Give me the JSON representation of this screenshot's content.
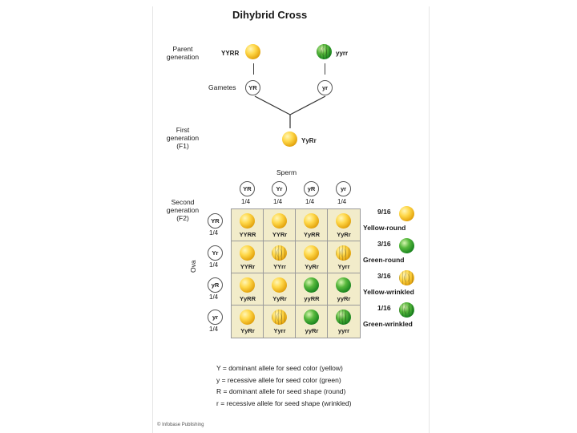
{
  "title": "Dihybrid Cross",
  "labels": {
    "parent": "Parent\ngeneration",
    "gametes": "Gametes",
    "f1": "First\ngeneration\n(F1)",
    "f2": "Second\ngeneration\n(F2)",
    "sperm": "Sperm",
    "ova": "Ova"
  },
  "parents": {
    "left_genotype": "YYRR",
    "right_genotype": "yyrr",
    "left_gamete": "YR",
    "right_gamete": "yr"
  },
  "f1": {
    "genotype": "YyRr"
  },
  "sperm": [
    {
      "allele": "YR",
      "fraction": "1/4"
    },
    {
      "allele": "Yr",
      "fraction": "1/4"
    },
    {
      "allele": "yR",
      "fraction": "1/4"
    },
    {
      "allele": "yr",
      "fraction": "1/4"
    }
  ],
  "ova": [
    {
      "allele": "YR",
      "fraction": "1/4"
    },
    {
      "allele": "Yr",
      "fraction": "1/4"
    },
    {
      "allele": "yR",
      "fraction": "1/4"
    },
    {
      "allele": "yr",
      "fraction": "1/4"
    }
  ],
  "grid": [
    [
      {
        "g": "YYRR",
        "p": "yellow-round"
      },
      {
        "g": "YYRr",
        "p": "yellow-round"
      },
      {
        "g": "YyRR",
        "p": "yellow-round"
      },
      {
        "g": "YyRr",
        "p": "yellow-round"
      }
    ],
    [
      {
        "g": "YYRr",
        "p": "yellow-round"
      },
      {
        "g": "YYrr",
        "p": "yellow-wrinkled"
      },
      {
        "g": "YyRr",
        "p": "yellow-round"
      },
      {
        "g": "Yyrr",
        "p": "yellow-wrinkled"
      }
    ],
    [
      {
        "g": "YyRR",
        "p": "yellow-round"
      },
      {
        "g": "YyRr",
        "p": "yellow-round"
      },
      {
        "g": "yyRR",
        "p": "green-round"
      },
      {
        "g": "yyRr",
        "p": "green-round"
      }
    ],
    [
      {
        "g": "YyRr",
        "p": "yellow-round"
      },
      {
        "g": "Yyrr",
        "p": "yellow-wrinkled"
      },
      {
        "g": "yyRr",
        "p": "green-round"
      },
      {
        "g": "yyrr",
        "p": "green-wrinkled"
      }
    ]
  ],
  "ratios": [
    {
      "fraction": "9/16",
      "label": "Yellow-round",
      "p": "yellow-round"
    },
    {
      "fraction": "3/16",
      "label": "Green-round",
      "p": "green-round"
    },
    {
      "fraction": "3/16",
      "label": "Yellow-wrinkled",
      "p": "yellow-wrinkled"
    },
    {
      "fraction": "1/16",
      "label": "Green-wrinkled",
      "p": "green-wrinkled"
    }
  ],
  "key": [
    "Y = dominant allele for seed color (yellow)",
    "y = recessive allele for seed color (green)",
    "R = dominant allele for seed shape (round)",
    "r = recessive allele for seed shape (wrinkled)"
  ],
  "credit": "© Infobase Publishing",
  "colors": {
    "yellow": "#e6a812",
    "green": "#1f8a22",
    "grid_bg": "#f2ecca"
  }
}
